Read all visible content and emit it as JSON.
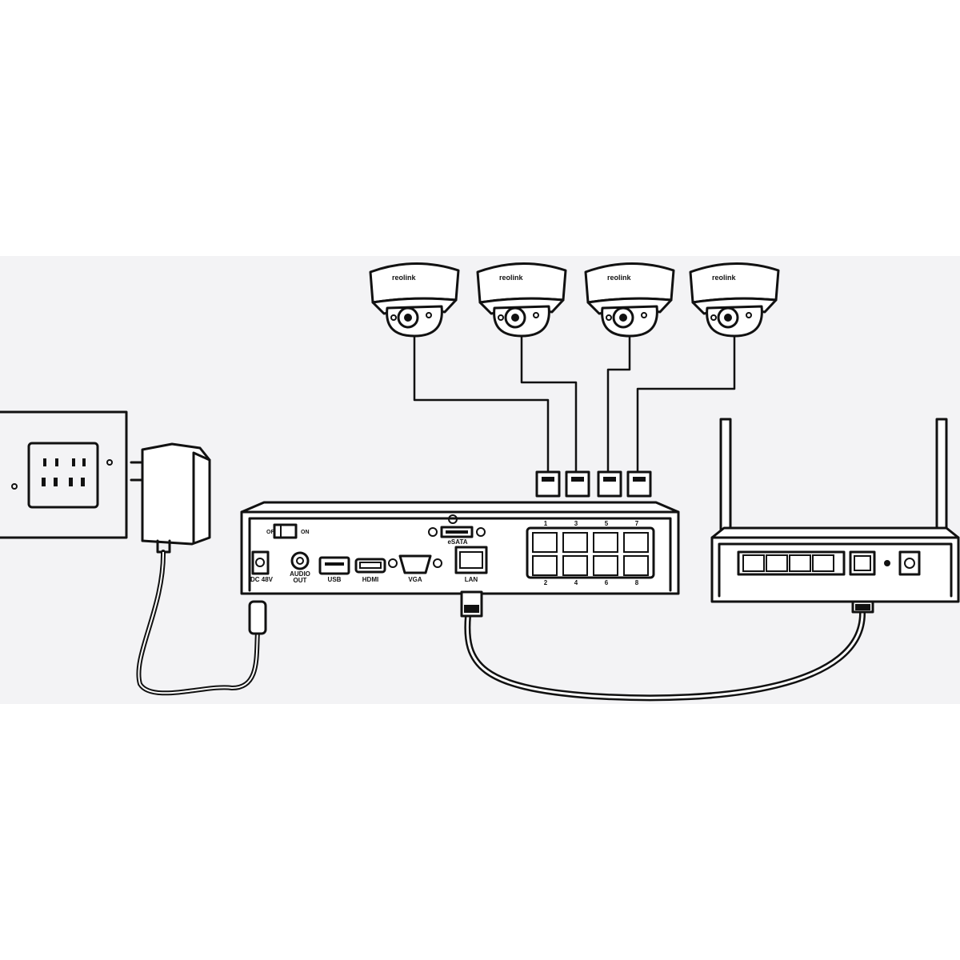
{
  "diagram": {
    "brand": "reolink",
    "nvr": {
      "switch_off": "OFF",
      "switch_on": "ON",
      "ports": {
        "dc": "DC 48V",
        "audio_1": "AUDIO",
        "audio_2": "OUT",
        "usb": "USB",
        "hdmi": "HDMI",
        "vga": "VGA",
        "lan": "LAN",
        "esata": "eSATA"
      },
      "poe_top": [
        "1",
        "3",
        "5",
        "7"
      ],
      "poe_bottom": [
        "2",
        "4",
        "6",
        "8"
      ]
    },
    "colors": {
      "background_band": "#f3f3f5",
      "line": "#111111"
    }
  }
}
